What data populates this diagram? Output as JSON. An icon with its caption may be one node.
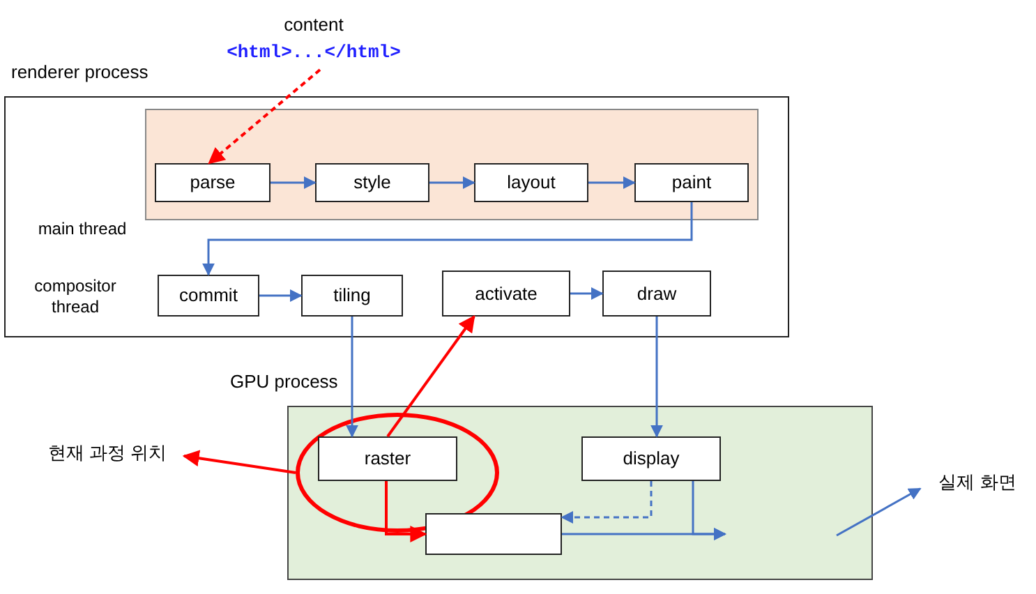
{
  "diagram": {
    "nodes": [
      {
        "text": [
          "renderer process"
        ]
      },
      {
        "text": [],
        "shape": "box",
        "in": 0
      },
      {
        "text": [
          "parse"
        ],
        "in": 1
      },
      {
        "text": [
          "style"
        ],
        "in": 1
      },
      {
        "text": [
          "layout"
        ],
        "in": 1
      },
      {
        "text": [
          "paint"
        ],
        "in": 1
      },
      {
        "text": [
          "commit"
        ],
        "in": 0
      },
      {
        "text": [
          "tiling"
        ],
        "in": 0
      },
      {
        "text": [
          "activate"
        ],
        "in": 0
      },
      {
        "text": [
          "draw"
        ],
        "in": 0
      },
      {
        "text": [
          "GPU process"
        ]
      },
      {
        "text": [],
        "shape": "ellipse",
        "in": 10
      },
      {
        "text": [
          "raster"
        ],
        "in": 11
      },
      {
        "text": [
          "display"
        ],
        "in": 10
      },
      {
        "text": [],
        "shape": "box",
        "in": 10
      },
      {
        "text": [
          "현재 과정 위치"
        ]
      },
      {
        "text": [
          "실제 화면"
        ]
      },
      {
        "text": [
          "content",
          "<html>...</html>"
        ]
      }
    ],
    "edges": [
      {
        "from": 17,
        "to": 2,
        "arrow": "to",
        "style": "dashed",
        "color": "#ff0000"
      },
      {
        "from": 2,
        "to": 3,
        "arrow": "to"
      },
      {
        "from": 3,
        "to": 4,
        "arrow": "to"
      },
      {
        "from": 4,
        "to": 5,
        "arrow": "to"
      },
      {
        "from": 5,
        "to": 6,
        "arrow": "to"
      },
      {
        "from": 6,
        "to": 7,
        "arrow": "to"
      },
      {
        "from": 8,
        "to": 9,
        "arrow": "to"
      },
      {
        "from": 7,
        "to": 12,
        "arrow": "to"
      },
      {
        "from": 12,
        "to": 8,
        "arrow": "to",
        "color": "#ff0000"
      },
      {
        "from": 9,
        "to": 13,
        "arrow": "to"
      },
      {
        "from": 11,
        "to": 15,
        "arrow": "to",
        "color": "#ff0000"
      },
      {
        "from": 12,
        "to": 14,
        "arrow": "to",
        "color": "#ff0000"
      },
      {
        "from": 13,
        "to": 14,
        "arrow": "to",
        "style": "dashed"
      },
      {
        "from": 14,
        "to": null,
        "arrow": "to"
      },
      {
        "from": 13,
        "to": null,
        "arrow": "to"
      },
      {
        "from": null,
        "to": 16,
        "arrow": "to"
      }
    ],
    "labels": [
      "main thread",
      "compositor thread"
    ]
  }
}
